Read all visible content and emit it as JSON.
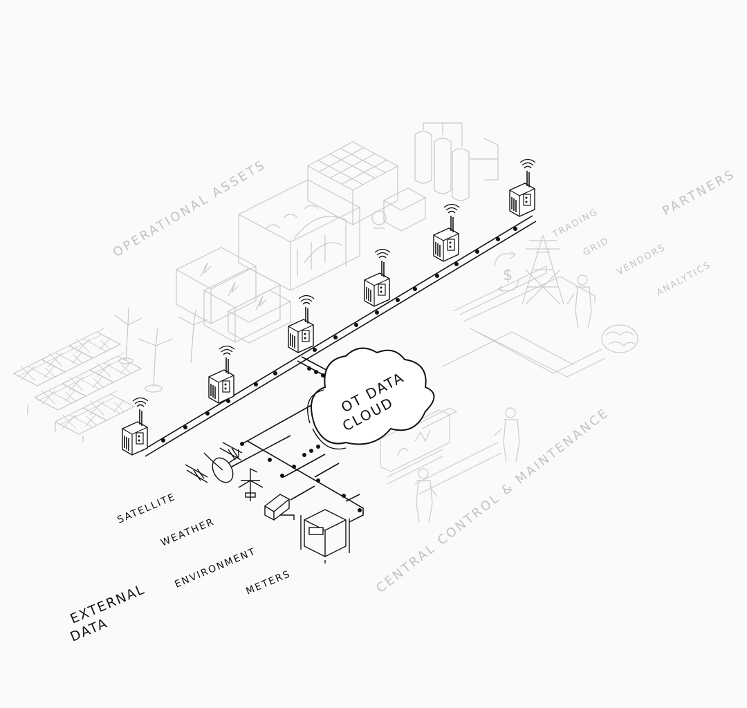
{
  "labels": {
    "operational_assets": "OPERATIONAL ASSETS",
    "partners": "PARTNERS",
    "trading": "TRADING",
    "grid": "GRID",
    "vendors": "VENDORS",
    "analytics": "ANALYTICS",
    "central_control": "CENTRAL CONTROL & MAINTENANCE",
    "satellite": "SATELLITE",
    "weather": "WEATHER",
    "environment": "ENVIRONMENT",
    "meters": "METERS",
    "external_line1": "EXTERNAL",
    "external_line2": "DATA",
    "cloud_line1": "OT DATA",
    "cloud_line2": "CLOUD"
  },
  "icons": {
    "gateway": "edge-gateway-icon",
    "wifi": "wifi-signal-icon",
    "cloud": "cloud-icon",
    "satellite": "satellite-dish-icon",
    "weather": "weather-vane-icon",
    "environment": "camera-sensor-icon",
    "meter": "meter-icon",
    "dollar": "dollar-exchange-icon",
    "pylon": "transmission-tower-icon",
    "worker": "worker-icon",
    "brain": "brain-icon",
    "solar": "solar-panel-icon",
    "wind": "wind-turbine-icon",
    "battery": "battery-container-icon",
    "tank": "storage-tank-icon"
  },
  "colors": {
    "ink": "#111111",
    "faint": "#c4c4c4",
    "background": "#fafafa"
  }
}
